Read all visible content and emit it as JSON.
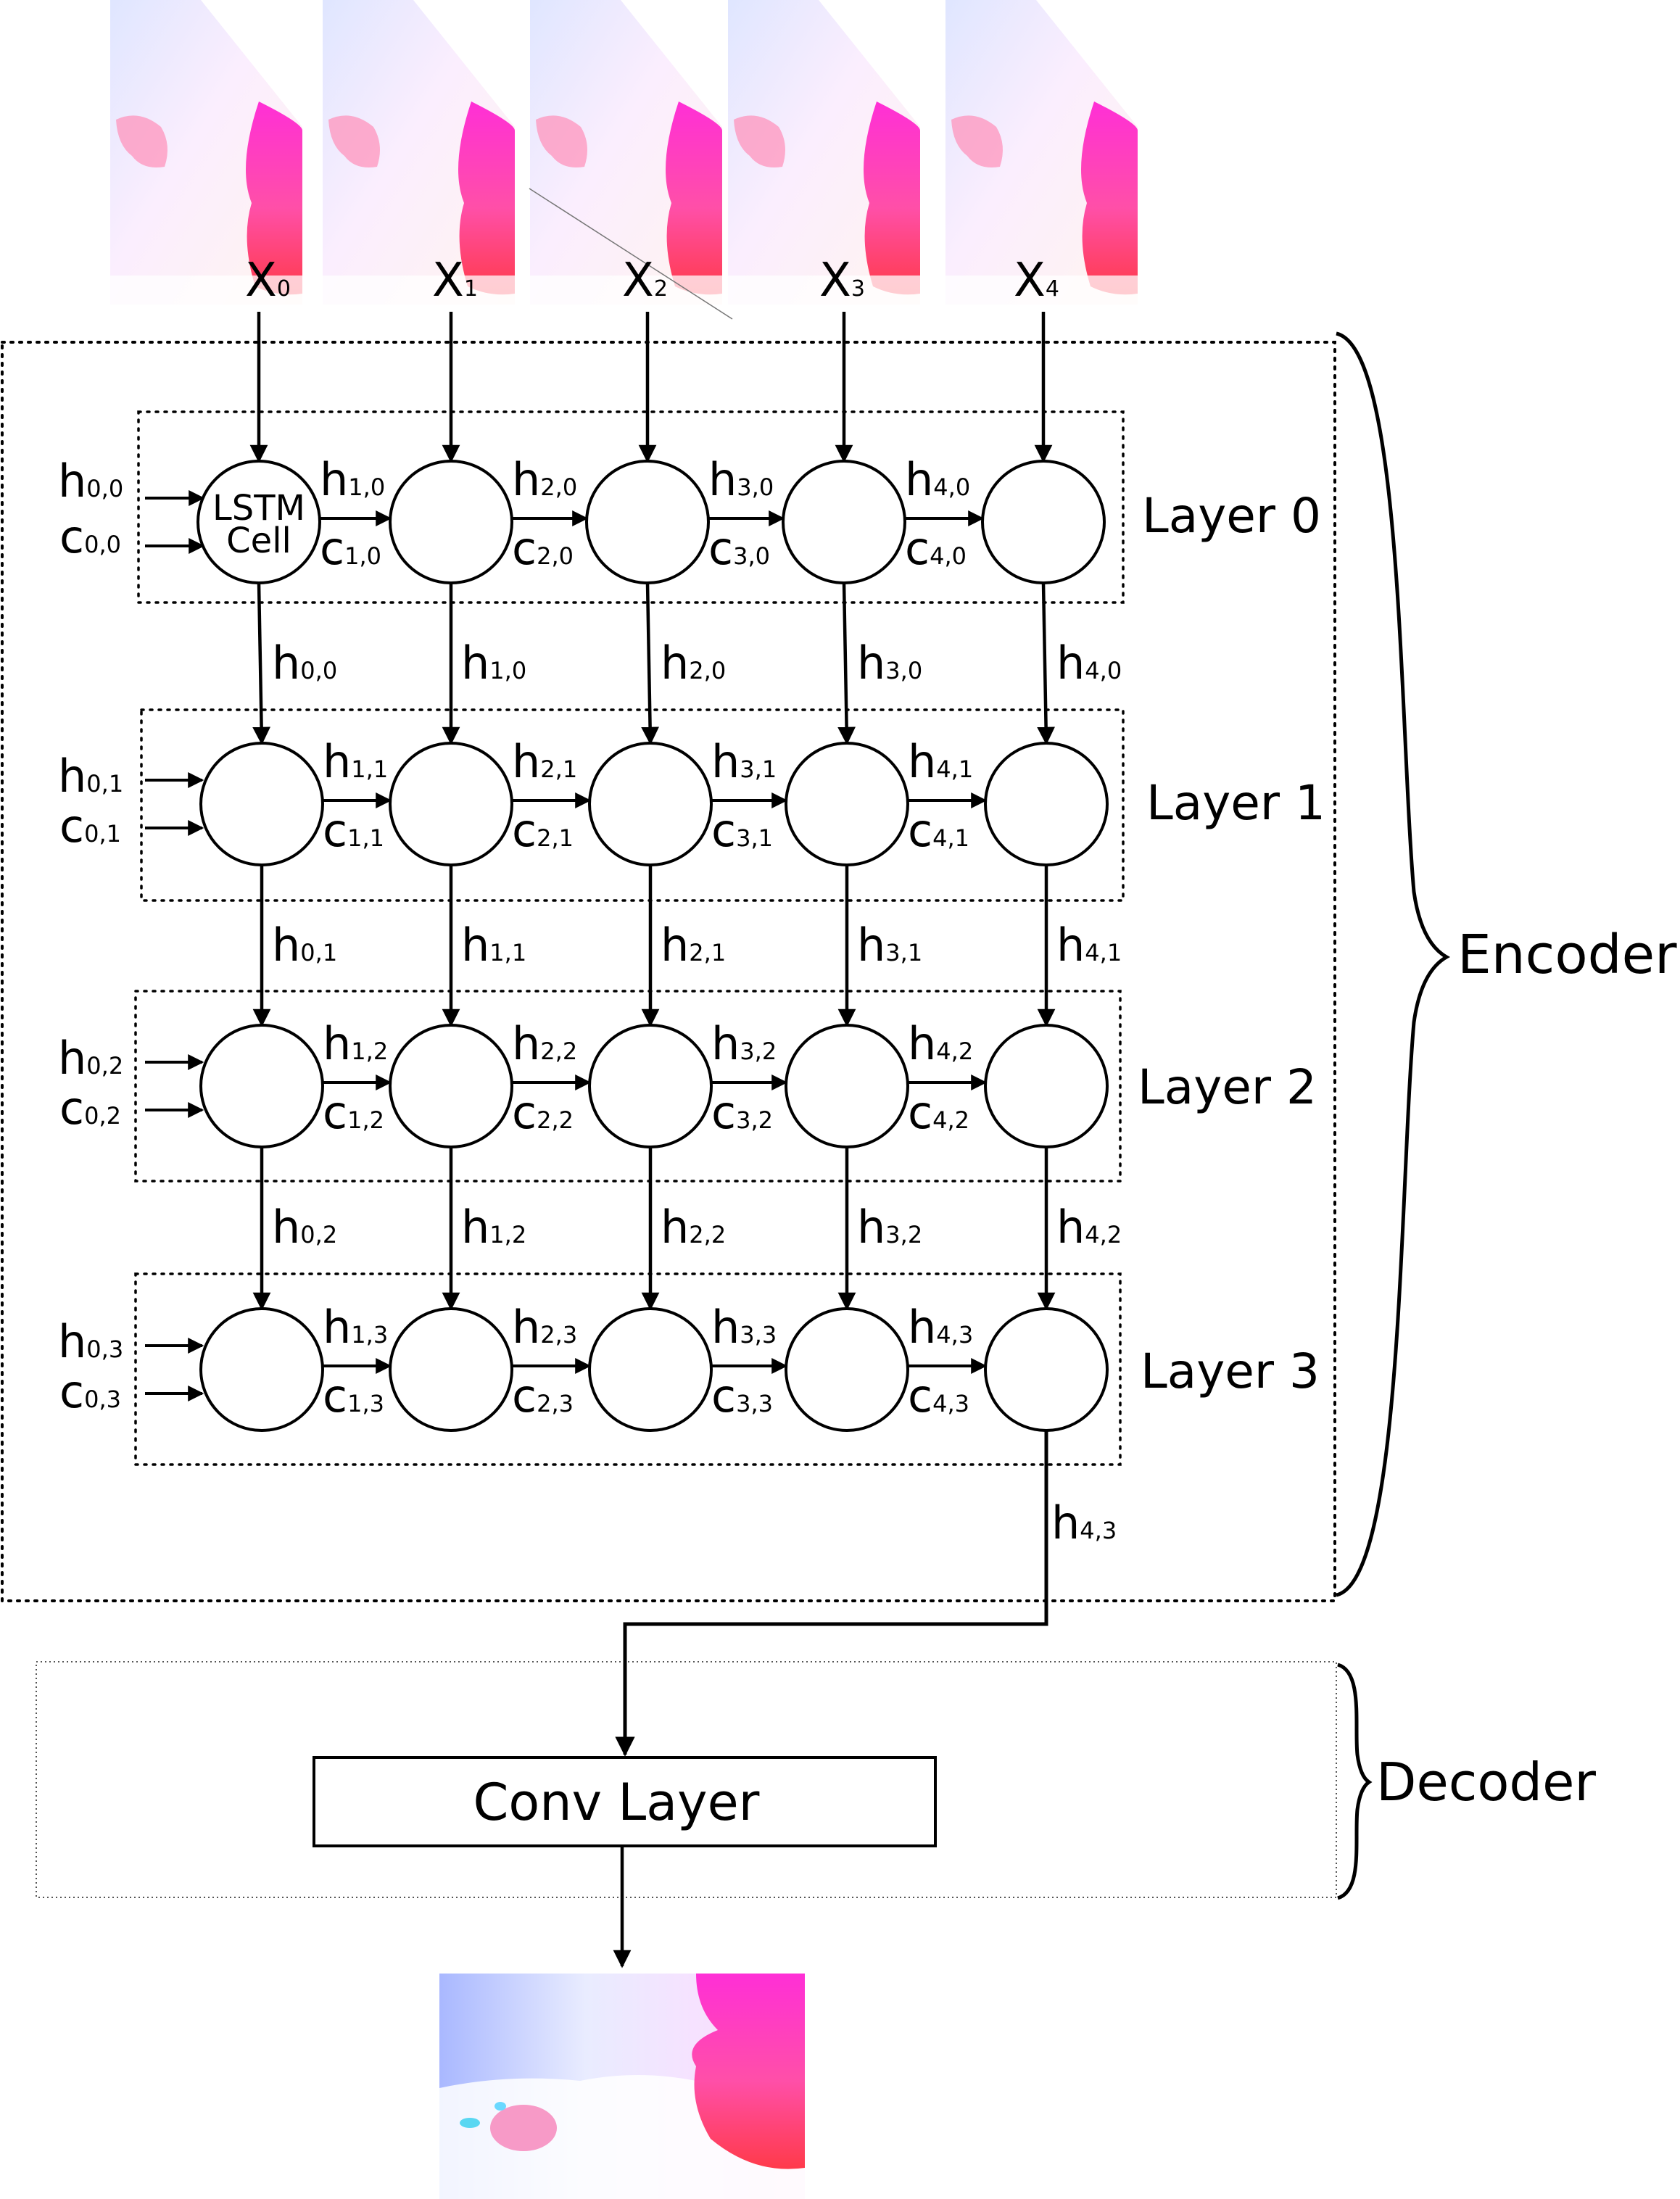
{
  "inputs": [
    {
      "base": "X",
      "sub": "0"
    },
    {
      "base": "X",
      "sub": "1"
    },
    {
      "base": "X",
      "sub": "2"
    },
    {
      "base": "X",
      "sub": "3"
    },
    {
      "base": "X",
      "sub": "4"
    }
  ],
  "cell_text": [
    "LSTM",
    "Cell"
  ],
  "layers": [
    "Layer 0",
    "Layer 1",
    "Layer 2",
    "Layer 3"
  ],
  "initial_states": [
    {
      "h": {
        "base": "h",
        "sub": "0,0"
      },
      "c": {
        "base": "c",
        "sub": "0,0"
      }
    },
    {
      "h": {
        "base": "h",
        "sub": "0,1"
      },
      "c": {
        "base": "c",
        "sub": "0,1"
      }
    },
    {
      "h": {
        "base": "h",
        "sub": "0,2"
      },
      "c": {
        "base": "c",
        "sub": "0,2"
      }
    },
    {
      "h": {
        "base": "h",
        "sub": "0,3"
      },
      "c": {
        "base": "c",
        "sub": "0,3"
      }
    }
  ],
  "horizontal_states": [
    [
      {
        "h": {
          "base": "h",
          "sub": "1,0"
        },
        "c": {
          "base": "c",
          "sub": "1,0"
        }
      },
      {
        "h": {
          "base": "h",
          "sub": "2,0"
        },
        "c": {
          "base": "c",
          "sub": "2,0"
        }
      },
      {
        "h": {
          "base": "h",
          "sub": "3,0"
        },
        "c": {
          "base": "c",
          "sub": "3,0"
        }
      },
      {
        "h": {
          "base": "h",
          "sub": "4,0"
        },
        "c": {
          "base": "c",
          "sub": "4,0"
        }
      }
    ],
    [
      {
        "h": {
          "base": "h",
          "sub": "1,1"
        },
        "c": {
          "base": "c",
          "sub": "1,1"
        }
      },
      {
        "h": {
          "base": "h",
          "sub": "2,1"
        },
        "c": {
          "base": "c",
          "sub": "2,1"
        }
      },
      {
        "h": {
          "base": "h",
          "sub": "3,1"
        },
        "c": {
          "base": "c",
          "sub": "3,1"
        }
      },
      {
        "h": {
          "base": "h",
          "sub": "4,1"
        },
        "c": {
          "base": "c",
          "sub": "4,1"
        }
      }
    ],
    [
      {
        "h": {
          "base": "h",
          "sub": "1,2"
        },
        "c": {
          "base": "c",
          "sub": "1,2"
        }
      },
      {
        "h": {
          "base": "h",
          "sub": "2,2"
        },
        "c": {
          "base": "c",
          "sub": "2,2"
        }
      },
      {
        "h": {
          "base": "h",
          "sub": "3,2"
        },
        "c": {
          "base": "c",
          "sub": "3,2"
        }
      },
      {
        "h": {
          "base": "h",
          "sub": "4,2"
        },
        "c": {
          "base": "c",
          "sub": "4,2"
        }
      }
    ],
    [
      {
        "h": {
          "base": "h",
          "sub": "1,3"
        },
        "c": {
          "base": "c",
          "sub": "1,3"
        }
      },
      {
        "h": {
          "base": "h",
          "sub": "2,3"
        },
        "c": {
          "base": "c",
          "sub": "2,3"
        }
      },
      {
        "h": {
          "base": "h",
          "sub": "3,3"
        },
        "c": {
          "base": "c",
          "sub": "3,3"
        }
      },
      {
        "h": {
          "base": "h",
          "sub": "4,3"
        },
        "c": {
          "base": "c",
          "sub": "4,3"
        }
      }
    ]
  ],
  "vertical_states": [
    [
      {
        "base": "h",
        "sub": "0,0"
      },
      {
        "base": "h",
        "sub": "1,0"
      },
      {
        "base": "h",
        "sub": "2,0"
      },
      {
        "base": "h",
        "sub": "3,0"
      },
      {
        "base": "h",
        "sub": "4,0"
      }
    ],
    [
      {
        "base": "h",
        "sub": "0,1"
      },
      {
        "base": "h",
        "sub": "1,1"
      },
      {
        "base": "h",
        "sub": "2,1"
      },
      {
        "base": "h",
        "sub": "3,1"
      },
      {
        "base": "h",
        "sub": "4,1"
      }
    ],
    [
      {
        "base": "h",
        "sub": "0,2"
      },
      {
        "base": "h",
        "sub": "1,2"
      },
      {
        "base": "h",
        "sub": "2,2"
      },
      {
        "base": "h",
        "sub": "3,2"
      },
      {
        "base": "h",
        "sub": "4,2"
      }
    ]
  ],
  "output_state": {
    "base": "h",
    "sub": "4,3"
  },
  "encoder_label": "Encoder",
  "decoder_label": "Decoder",
  "conv_label": "Conv Layer"
}
